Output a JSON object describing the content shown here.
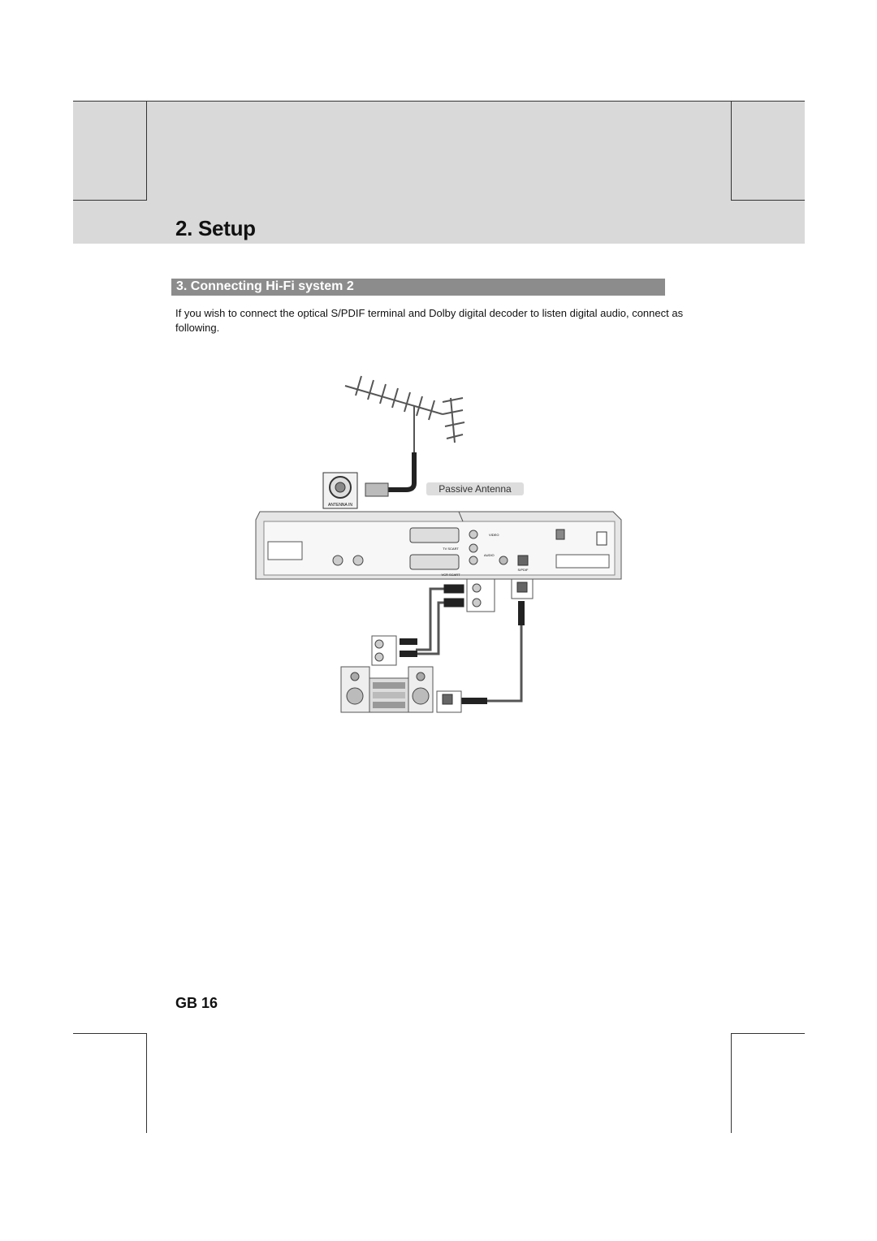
{
  "header": {
    "title": "2. Setup"
  },
  "section": {
    "heading": "3. Connecting Hi-Fi system 2"
  },
  "body": {
    "paragraph": "If you wish to connect the optical S/PDIF terminal and Dolby digital decoder to listen digital audio, connect as following."
  },
  "diagram": {
    "antenna_in_label": "ANTENNA IN",
    "passive_antenna_label": "Passive Antenna",
    "tv_scart_label": "TV SCART",
    "vcr_scart_label": "VCR SCART",
    "video_label": "VIDEO",
    "audio_label": "AUDIO",
    "spdif_label": "S/PDIF"
  },
  "footer": {
    "page_number": "GB 16"
  }
}
